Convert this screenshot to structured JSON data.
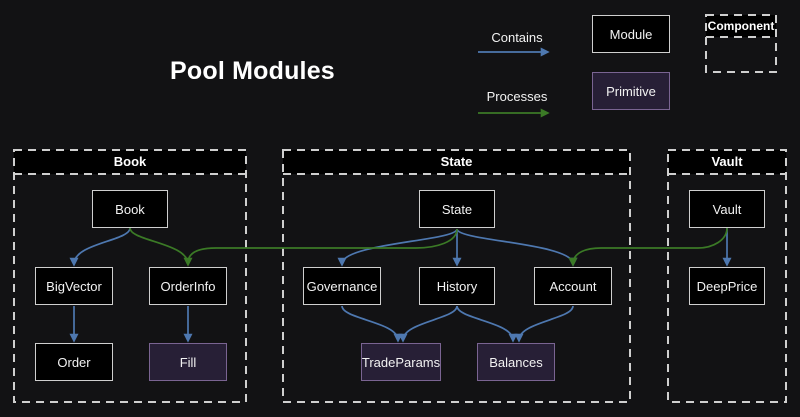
{
  "title": "Pool Modules",
  "legend": {
    "contains_label": "Contains",
    "processes_label": "Processes",
    "module_label": "Module",
    "primitive_label": "Primitive",
    "component_label": "Component"
  },
  "clusters": {
    "book": {
      "label": "Book"
    },
    "state": {
      "label": "State"
    },
    "vault": {
      "label": "Vault"
    }
  },
  "nodes": {
    "book": {
      "label": "Book",
      "type": "module"
    },
    "bigvector": {
      "label": "BigVector",
      "type": "module"
    },
    "orderinfo": {
      "label": "OrderInfo",
      "type": "module"
    },
    "order": {
      "label": "Order",
      "type": "module"
    },
    "fill": {
      "label": "Fill",
      "type": "primitive"
    },
    "state": {
      "label": "State",
      "type": "module"
    },
    "governance": {
      "label": "Governance",
      "type": "module"
    },
    "history": {
      "label": "History",
      "type": "module"
    },
    "account": {
      "label": "Account",
      "type": "module"
    },
    "tradeparams": {
      "label": "TradeParams",
      "type": "primitive"
    },
    "balances": {
      "label": "Balances",
      "type": "primitive"
    },
    "vault": {
      "label": "Vault",
      "type": "module"
    },
    "deepprice": {
      "label": "DeepPrice",
      "type": "module"
    }
  },
  "edges": [
    {
      "from": "Book",
      "to": "BigVector",
      "relation": "contains"
    },
    {
      "from": "Book",
      "to": "OrderInfo",
      "relation": "contains"
    },
    {
      "from": "BigVector",
      "to": "Order",
      "relation": "contains"
    },
    {
      "from": "OrderInfo",
      "to": "Fill",
      "relation": "contains"
    },
    {
      "from": "State",
      "to": "Governance",
      "relation": "contains"
    },
    {
      "from": "State",
      "to": "History",
      "relation": "contains"
    },
    {
      "from": "State",
      "to": "Account",
      "relation": "contains"
    },
    {
      "from": "Governance",
      "to": "TradeParams",
      "relation": "contains"
    },
    {
      "from": "History",
      "to": "TradeParams",
      "relation": "contains"
    },
    {
      "from": "History",
      "to": "Balances",
      "relation": "contains"
    },
    {
      "from": "Account",
      "to": "Balances",
      "relation": "contains"
    },
    {
      "from": "Vault",
      "to": "DeepPrice",
      "relation": "contains"
    },
    {
      "from": "State",
      "to": "OrderInfo",
      "relation": "processes"
    },
    {
      "from": "Vault",
      "to": "Account",
      "relation": "processes"
    }
  ],
  "colors": {
    "background": "#121214",
    "contains": "#4e78b0",
    "processes": "#3b7a26",
    "module_fill": "#000000",
    "module_border": "#cfcfcf",
    "primitive_fill": "#271f36",
    "primitive_border": "#7a6492",
    "cluster_border": "#cfcfcf"
  }
}
